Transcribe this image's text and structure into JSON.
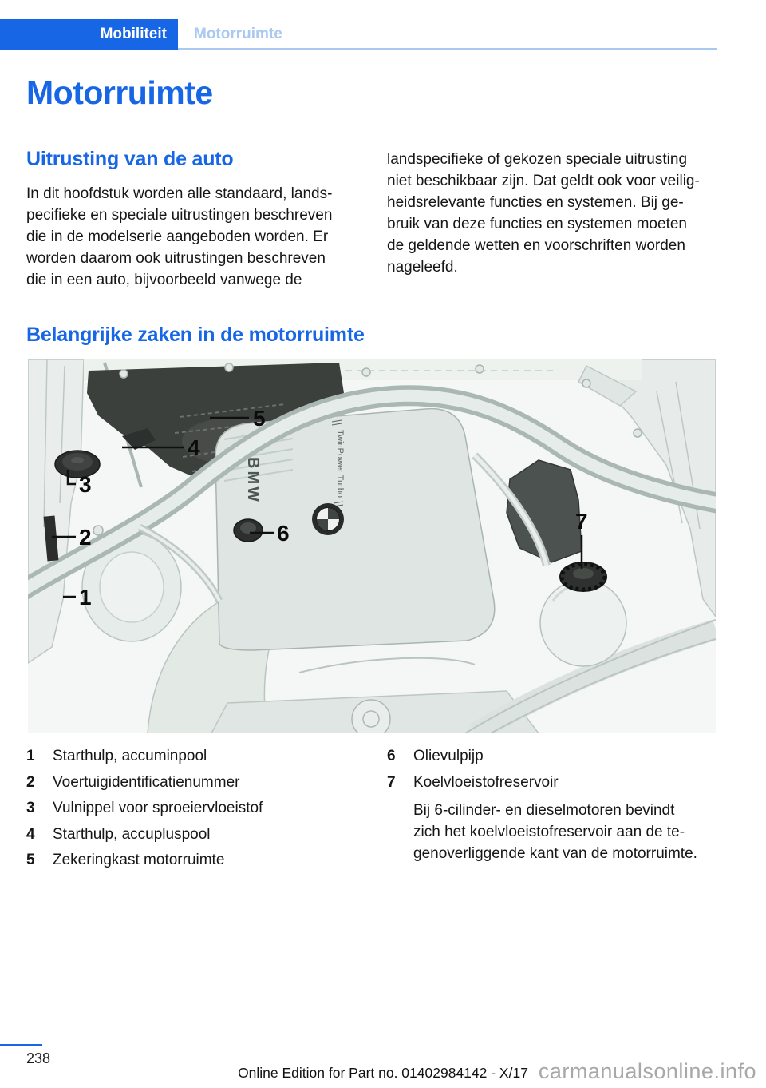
{
  "colors": {
    "accent": "#1666e6",
    "accent_light": "#a9c9f1",
    "watermark": "#a8a8a8"
  },
  "header": {
    "section_label": "Mobiliteit",
    "chapter_label": "Motorruimte"
  },
  "title": "Motorruimte",
  "equipment": {
    "heading": "Uitrusting van de auto",
    "left_column": "In dit hoofdstuk worden alle standaard, lands-\npecifieke en speciale uitrustingen beschreven\ndie in de modelserie aangeboden worden. Er\nworden daarom ook uitrustingen beschreven\ndie in een auto, bijvoorbeeld vanwege de",
    "right_column": "landspecifieke of gekozen speciale uitrusting\nniet beschikbaar zijn. Dat geldt ook voor veilig-\nheidsrelevante functies en systemen. Bij ge-\nbruik van deze functies en systemen moeten\nde geldende wetten en voorschriften worden\nnageleefd."
  },
  "engine": {
    "heading": "Belangrijke zaken in de motorruimte",
    "figure": {
      "brand": "BMW",
      "model_label": "TwinPower Turbo",
      "callouts": [
        "1",
        "2",
        "3",
        "4",
        "5",
        "6",
        "7"
      ]
    },
    "legend_left": [
      {
        "num": "1",
        "label": "Starthulp, accuminpool"
      },
      {
        "num": "2",
        "label": "Voertuigidentificatienummer"
      },
      {
        "num": "3",
        "label": "Vulnippel voor sproeiervloeistof"
      },
      {
        "num": "4",
        "label": "Starthulp, accupluspool"
      },
      {
        "num": "5",
        "label": "Zekeringkast motorruimte"
      }
    ],
    "legend_right": [
      {
        "num": "6",
        "label": "Olievulpijp"
      },
      {
        "num": "7",
        "label": "Koelvloeistofreservoir",
        "note": "Bij 6-cilinder- en dieselmotoren bevindt\nzich het koelvloeistofreservoir aan de te-\ngenoverliggende kant van de motorruimte."
      }
    ]
  },
  "footer": {
    "page_number": "238",
    "edition_line": "Online Edition for Part no. 01402984142 - X/17",
    "watermark": "carmanualsonline.info"
  }
}
